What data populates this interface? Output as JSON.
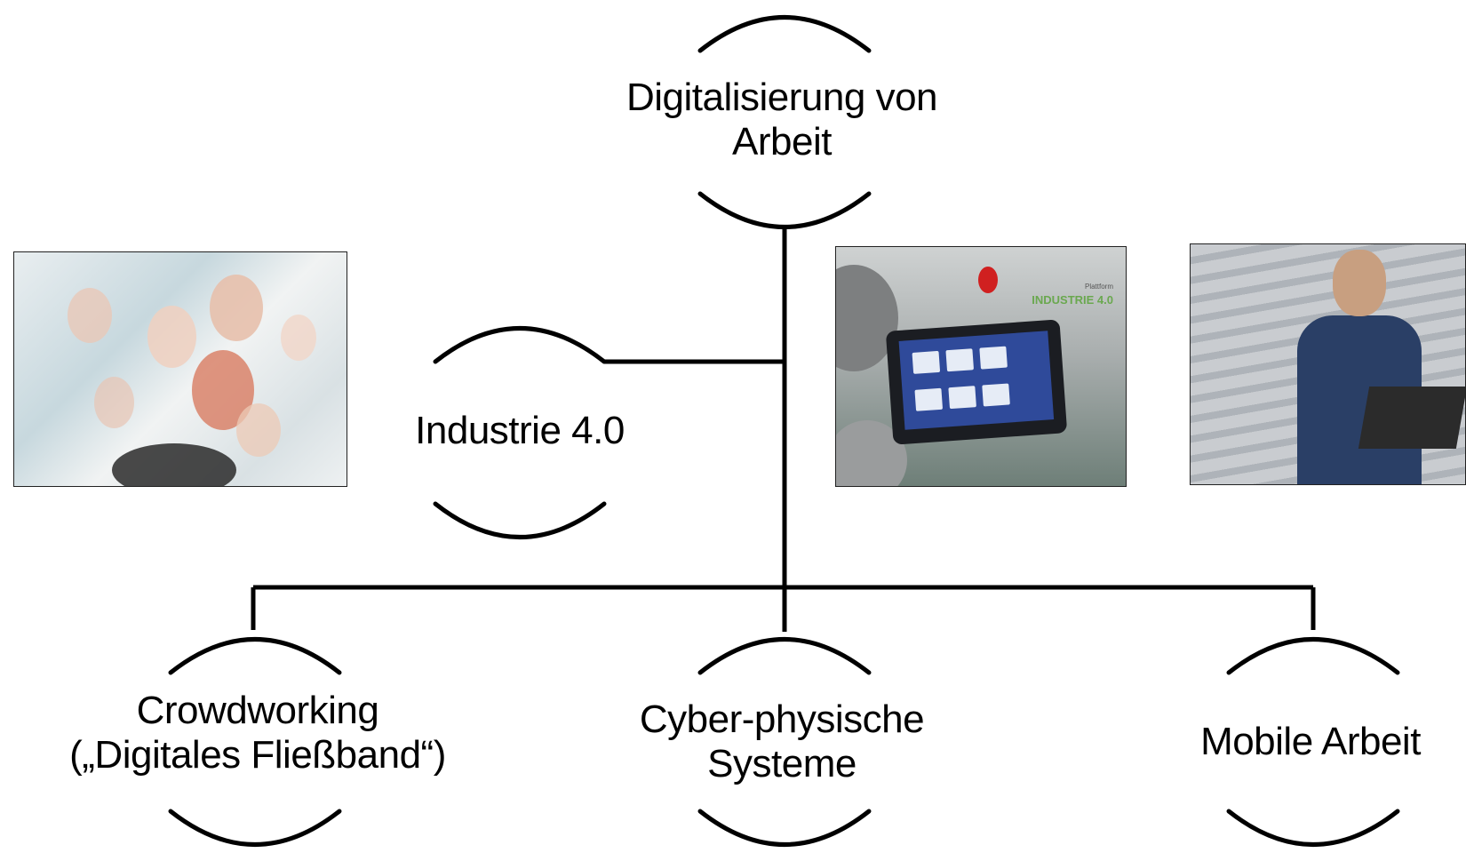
{
  "diagram": {
    "root": {
      "label_line1": "Digitalisierung von",
      "label_line2": "Arbeit"
    },
    "side_node": {
      "label": "Industrie 4.0"
    },
    "children": [
      {
        "label_line1": "Crowdworking",
        "label_line2": "(„Digitales Fließband“)"
      },
      {
        "label_line1": "Cyber-physische",
        "label_line2": "Systeme"
      },
      {
        "label_line1": "Mobile Arbeit",
        "label_line2": ""
      }
    ],
    "photos": {
      "cps_logo_small": "Plattform",
      "cps_logo_main": "INDUSTRIE 4.0"
    }
  },
  "colors": {
    "line": "#000000",
    "background": "#ffffff"
  }
}
